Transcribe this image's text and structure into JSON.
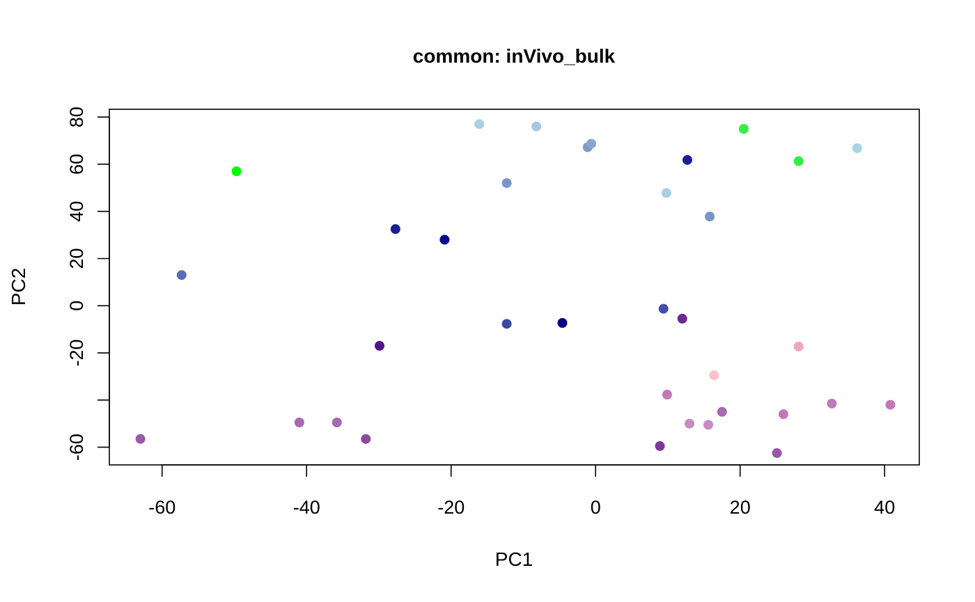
{
  "chart_data": {
    "type": "scatter",
    "title": "common: inVivo_bulk",
    "xlabel": "PC1",
    "ylabel": "PC2",
    "xlim": [
      -67.3,
      44.8
    ],
    "ylim": [
      -67.5,
      83.3
    ],
    "x_ticks": [
      -60,
      -40,
      -20,
      0,
      20,
      40
    ],
    "y_ticks": [
      80,
      60,
      40,
      20,
      0,
      -20,
      -60
    ],
    "grid": false,
    "legend": "none",
    "points": [
      {
        "x": -63.0,
        "y": -56.5,
        "color": "#9b59a8"
      },
      {
        "x": -57.3,
        "y": 13.0,
        "color": "#5b6cb5"
      },
      {
        "x": -49.7,
        "y": 57.0,
        "color": "#00ff00"
      },
      {
        "x": -41.0,
        "y": -49.5,
        "color": "#a56bb0"
      },
      {
        "x": -35.8,
        "y": -49.5,
        "color": "#a56bb0"
      },
      {
        "x": -31.8,
        "y": -56.5,
        "color": "#8a4a9e"
      },
      {
        "x": -29.9,
        "y": -17.0,
        "color": "#52168a"
      },
      {
        "x": -27.7,
        "y": 32.5,
        "color": "#1a1f96"
      },
      {
        "x": -20.9,
        "y": 28.0,
        "color": "#050a8c"
      },
      {
        "x": -16.1,
        "y": 77.0,
        "color": "#a8d0e0"
      },
      {
        "x": -12.3,
        "y": 52.0,
        "color": "#7897c8"
      },
      {
        "x": -12.3,
        "y": -7.7,
        "color": "#3a4aa0"
      },
      {
        "x": -8.2,
        "y": 76.0,
        "color": "#a8c8e0"
      },
      {
        "x": -4.6,
        "y": -7.3,
        "color": "#000080"
      },
      {
        "x": -1.1,
        "y": 67.2,
        "color": "#7e9ac8"
      },
      {
        "x": -0.6,
        "y": 68.7,
        "color": "#8aa6d0"
      },
      {
        "x": 8.9,
        "y": -59.5,
        "color": "#7b3a98"
      },
      {
        "x": 9.4,
        "y": -1.3,
        "color": "#4050a8"
      },
      {
        "x": 9.8,
        "y": 47.8,
        "color": "#a8d0e2"
      },
      {
        "x": 9.9,
        "y": -37.7,
        "color": "#c07ab8"
      },
      {
        "x": 12.0,
        "y": -5.5,
        "color": "#6a2a8e"
      },
      {
        "x": 12.7,
        "y": 61.8,
        "color": "#1a1f96"
      },
      {
        "x": 13.0,
        "y": -50.0,
        "color": "#c88ac0"
      },
      {
        "x": 15.6,
        "y": -50.5,
        "color": "#c88ac0"
      },
      {
        "x": 15.8,
        "y": 37.8,
        "color": "#7897c8"
      },
      {
        "x": 16.4,
        "y": -29.5,
        "color": "#ffbfcc"
      },
      {
        "x": 17.5,
        "y": -45.0,
        "color": "#a86aae"
      },
      {
        "x": 20.5,
        "y": 75.0,
        "color": "#33ee44"
      },
      {
        "x": 25.1,
        "y": -62.5,
        "color": "#9a56a6"
      },
      {
        "x": 26.0,
        "y": -46.0,
        "color": "#c07ab8"
      },
      {
        "x": 28.1,
        "y": 61.3,
        "color": "#33ee44"
      },
      {
        "x": 28.1,
        "y": -17.3,
        "color": "#f0a8c0"
      },
      {
        "x": 32.7,
        "y": -41.5,
        "color": "#c07ab8"
      },
      {
        "x": 36.2,
        "y": 66.8,
        "color": "#a8d4e2"
      },
      {
        "x": 40.8,
        "y": -42.0,
        "color": "#c07ab8"
      }
    ]
  }
}
